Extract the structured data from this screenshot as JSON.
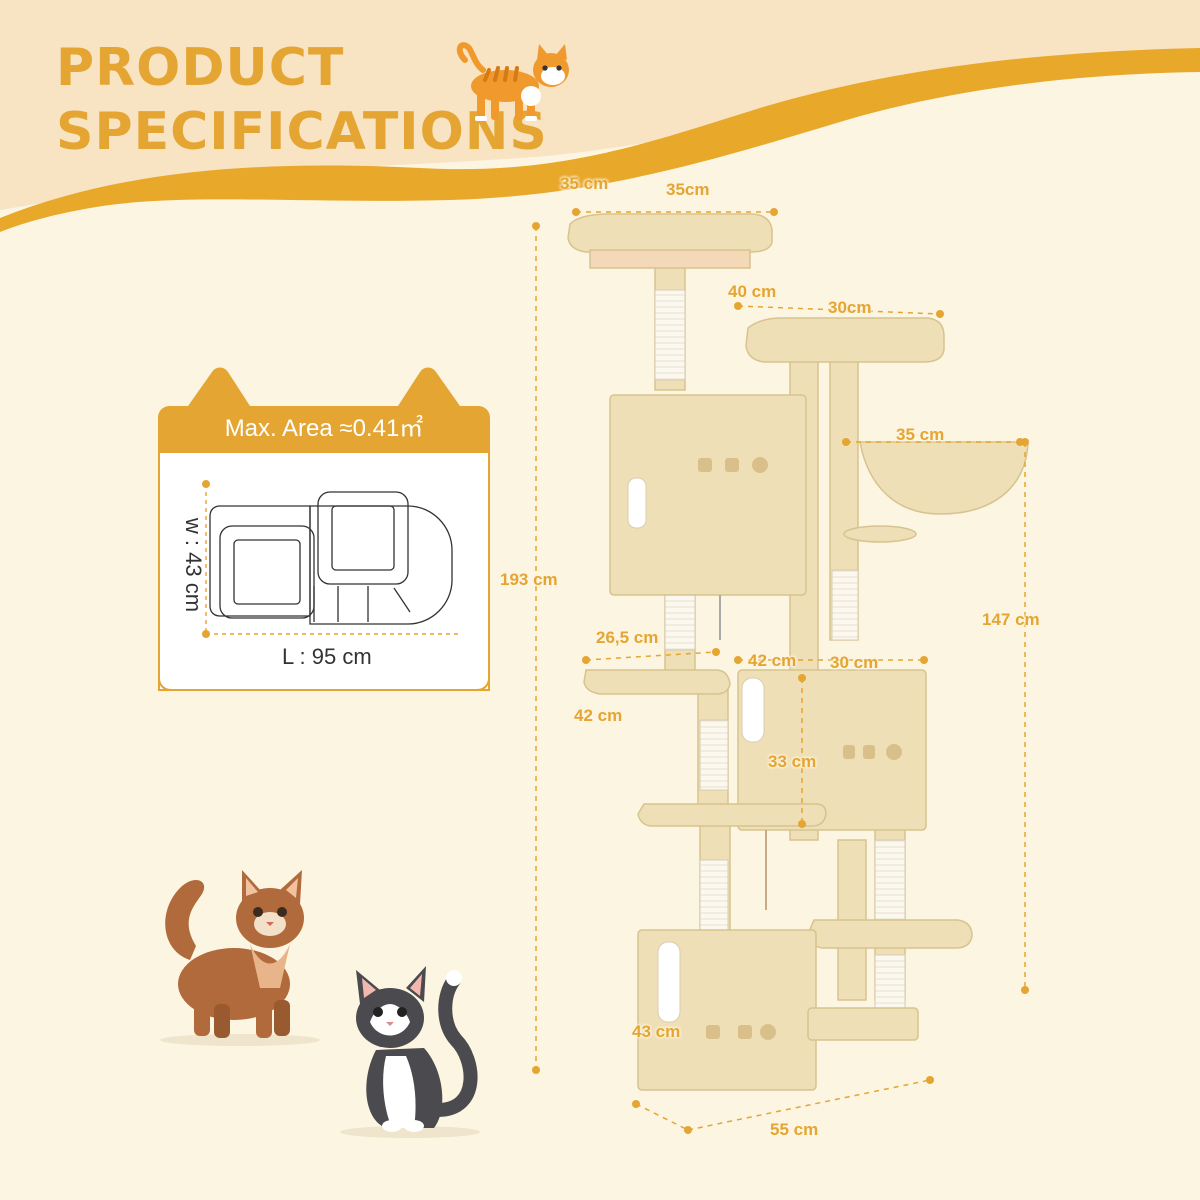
{
  "title": {
    "line1": "PRODUCT",
    "line2": "SPECIFICATIONS"
  },
  "area_card": {
    "heading": "Max. Area ≈0.41㎡",
    "width_label": "w : 43 cm",
    "length_label": "L : 95 cm"
  },
  "dimensions": {
    "top_perch_depth": "35 cm",
    "top_perch_width": "35cm",
    "second_perch_depth": "40 cm",
    "second_perch_width": "30cm",
    "basket_width": "35 cm",
    "total_height": "193 cm",
    "basket_height": "147 cm",
    "side_platform_width": "26,5 cm",
    "side_platform_depth": "42 cm",
    "mid_condo_depth": "42 cm",
    "mid_condo_width": "30 cm",
    "mid_condo_height": "33 cm",
    "base_depth": "43 cm",
    "base_width": "55 cm"
  },
  "colors": {
    "background": "#fcf5e1",
    "header_wave": "#f8e3c3",
    "accent": "#e5a532",
    "plush": "#f0e0b9",
    "sisal": "#ffffff",
    "text": "#333333"
  },
  "icons": [
    "orange-cat-icon",
    "brown-cat-illustration",
    "tuxedo-cat-illustration"
  ]
}
